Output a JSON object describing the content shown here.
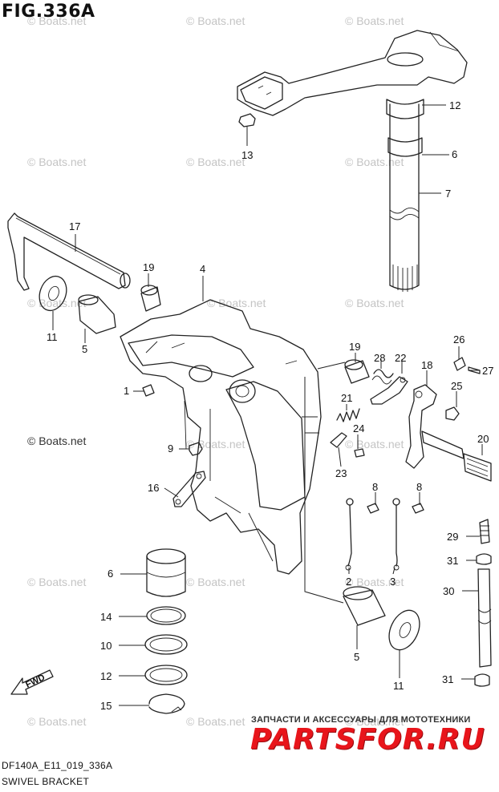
{
  "figure": {
    "title": "FIG.336A",
    "code": "DF140A_E11_019_336A",
    "name": "SWIVEL BRACKET"
  },
  "watermark": {
    "text": "© Boats.net",
    "main_text": "© Boats.net"
  },
  "brand": {
    "subtitle": "ЗАПЧАСТИ И АКСЕССУАРЫ ДЛЯ МОТОТЕХНИКИ",
    "logo": "PARTSFOR.RU",
    "color": "#e8151b"
  },
  "fwd_label": "FWD",
  "callouts": [
    {
      "id": "c12a",
      "label": "12"
    },
    {
      "id": "c6a",
      "label": "6"
    },
    {
      "id": "c7",
      "label": "7"
    },
    {
      "id": "c13",
      "label": "13"
    },
    {
      "id": "c17",
      "label": "17"
    },
    {
      "id": "c19a",
      "label": "19"
    },
    {
      "id": "c4",
      "label": "4"
    },
    {
      "id": "c11a",
      "label": "11"
    },
    {
      "id": "c5a",
      "label": "5"
    },
    {
      "id": "c19b",
      "label": "19"
    },
    {
      "id": "c28",
      "label": "28"
    },
    {
      "id": "c22",
      "label": "22"
    },
    {
      "id": "c18",
      "label": "18"
    },
    {
      "id": "c26",
      "label": "26"
    },
    {
      "id": "c27",
      "label": "27"
    },
    {
      "id": "c1",
      "label": "1"
    },
    {
      "id": "c25",
      "label": "25"
    },
    {
      "id": "c21",
      "label": "21"
    },
    {
      "id": "c24",
      "label": "24"
    },
    {
      "id": "c20",
      "label": "20"
    },
    {
      "id": "c9",
      "label": "9"
    },
    {
      "id": "c23",
      "label": "23"
    },
    {
      "id": "c16",
      "label": "16"
    },
    {
      "id": "c8a",
      "label": "8"
    },
    {
      "id": "c8b",
      "label": "8"
    },
    {
      "id": "c29",
      "label": "29"
    },
    {
      "id": "c6b",
      "label": "6"
    },
    {
      "id": "c31a",
      "label": "31"
    },
    {
      "id": "c2",
      "label": "2"
    },
    {
      "id": "c3",
      "label": "3"
    },
    {
      "id": "c30",
      "label": "30"
    },
    {
      "id": "c14",
      "label": "14"
    },
    {
      "id": "c5b",
      "label": "5"
    },
    {
      "id": "c10",
      "label": "10"
    },
    {
      "id": "c12b",
      "label": "12"
    },
    {
      "id": "c11b",
      "label": "11"
    },
    {
      "id": "c31b",
      "label": "31"
    },
    {
      "id": "c15",
      "label": "15"
    }
  ]
}
